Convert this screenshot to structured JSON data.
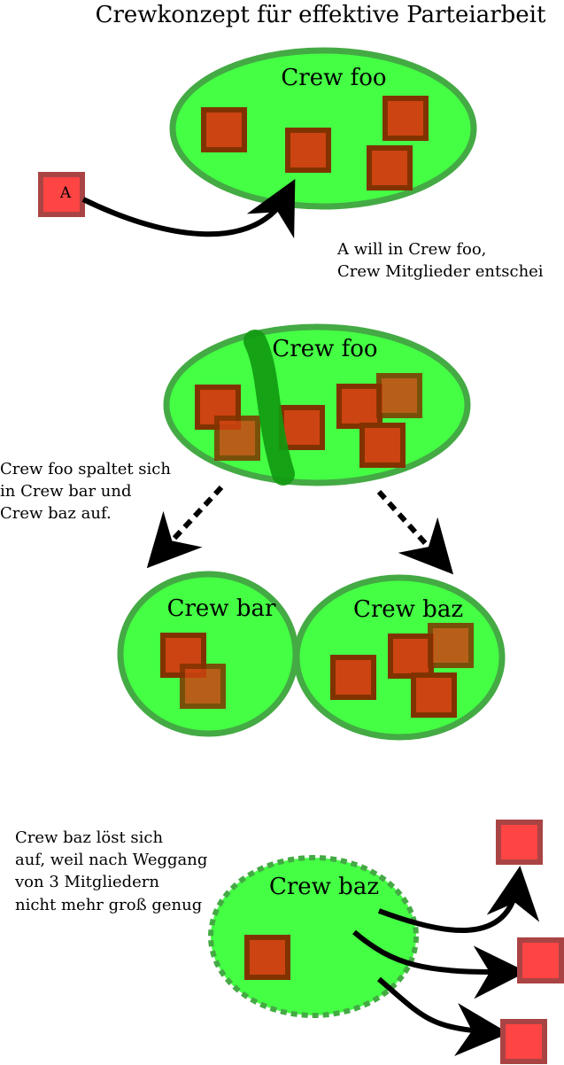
{
  "title": "Crewkonzept für effektive Parteiarbeit",
  "colors": {
    "crew_fill": "#44ff44",
    "crew_stroke": "#44aa44",
    "member_fill": "#cc4411",
    "member_stroke": "#803300",
    "outsider_fill": "#ff4444",
    "outsider_stroke": "#aa4444",
    "split_line": "#119911",
    "arrow": "#000000"
  },
  "scene1": {
    "crew_label": "Crew foo",
    "newcomer_label": "A",
    "note_line1": "A will in Crew foo,",
    "note_line2": "Crew Mitglieder entschei"
  },
  "scene2": {
    "crew_label": "Crew foo",
    "note_line1": "Crew foo spaltet sich",
    "note_line2": "in Crew bar und",
    "note_line3": "Crew baz auf.",
    "left_crew_label": "Crew bar",
    "right_crew_label": "Crew baz"
  },
  "scene3": {
    "crew_label": "Crew baz",
    "note_line1": "Crew baz löst sich",
    "note_line2": "auf, weil nach Weggang",
    "note_line3": "von 3 Mitgliedern",
    "note_line4": "nicht mehr groß genug"
  }
}
